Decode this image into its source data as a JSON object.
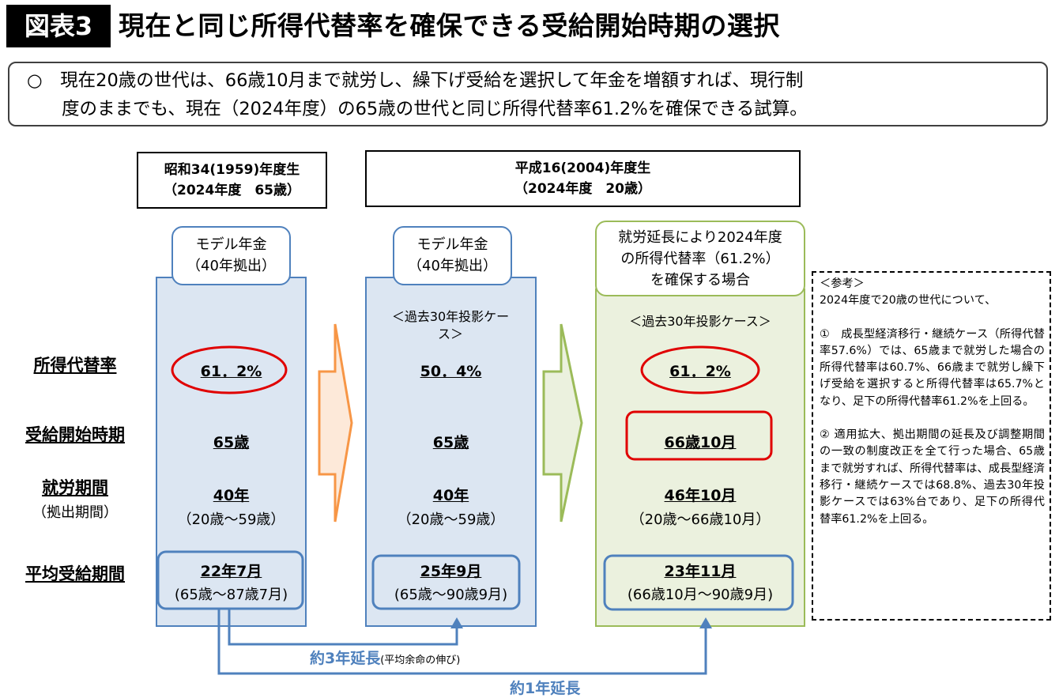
{
  "header": {
    "figure_label": "図表3",
    "title": "現在と同じ所得代替率を確保できる受給開始時期の選択"
  },
  "summary": {
    "line1": "○　現在20歳の世代は、66歳10月まで就労し、繰下げ受給を選択して年金を増額すれば、現行制",
    "line2": "度のままでも、現在（2024年度）の65歳の世代と同じ所得代替率61.2%を確保できる試算。"
  },
  "cohorts": [
    {
      "line1": "昭和34(1959)年度生",
      "line2": "（2024年度　65歳）"
    },
    {
      "line1": "平成16(2004)年度生",
      "line2": "（2024年度　20歳）"
    }
  ],
  "row_labels": {
    "replacement_rate": "所得代替率",
    "start_age": "受給開始時期",
    "work_period": "就労期間",
    "work_period_sub": "（拠出期間）",
    "avg_period": "平均受給期間"
  },
  "columns": [
    {
      "label1": "モデル年金",
      "label2": "（40年拠出）",
      "case": "",
      "rate": "61．2%",
      "start": "65歳",
      "work": "40年",
      "work_sub": "（20歳～59歳）",
      "avg": "22年7月",
      "avg_sub": "(65歳～87歳7月)"
    },
    {
      "label1": "モデル年金",
      "label2": "（40年拠出）",
      "case": "＜過去30年投影ケース＞",
      "rate": "50．4%",
      "start": "65歳",
      "work": "40年",
      "work_sub": "（20歳～59歳）",
      "avg": "25年9月",
      "avg_sub": "(65歳～90歳9月)"
    },
    {
      "label1": "就労延長により2024年度",
      "label2": "の所得代替率（61.2%）",
      "label3": "を確保する場合",
      "case": "＜過去30年投影ケース＞",
      "rate": "61．2%",
      "start": "66歳10月",
      "work": "46年10月",
      "work_sub": "（20歳～66歳10月）",
      "avg": "23年11月",
      "avg_sub": "(66歳10月～90歳9月)"
    }
  ],
  "reference": {
    "title": "＜参考＞",
    "intro": "2024年度で20歳の世代について、",
    "item1": "①　成長型経済移行・継続ケース（所得代替率57.6%）では、65歳まで就労した場合の所得代替率は60.7%、66歳まで就労し繰下げ受給を選択すると所得代替率は65.7%となり、足下の所得代替率61.2%を上回る。",
    "item2": "②  適用拡大、拠出期間の延長及び調整期間の一致の制度改正を全て行った場合、65歳まで就労すれば、所得代替率は、成長型経済移行・継続ケースでは68.8%、過去30年投影ケースでは63%台であり、足下の所得代替率61.2%を上回る。"
  },
  "extensions": {
    "ext1": "約3年延長",
    "ext1_note": "(平均余命の伸び)",
    "ext2": "約1年延長"
  },
  "colors": {
    "blue": "#4f81bd",
    "blue_fill": "#dce6f2",
    "green": "#9bbb59",
    "green_fill": "#ebf1de",
    "red": "#e00000",
    "orange": "#f79646"
  }
}
